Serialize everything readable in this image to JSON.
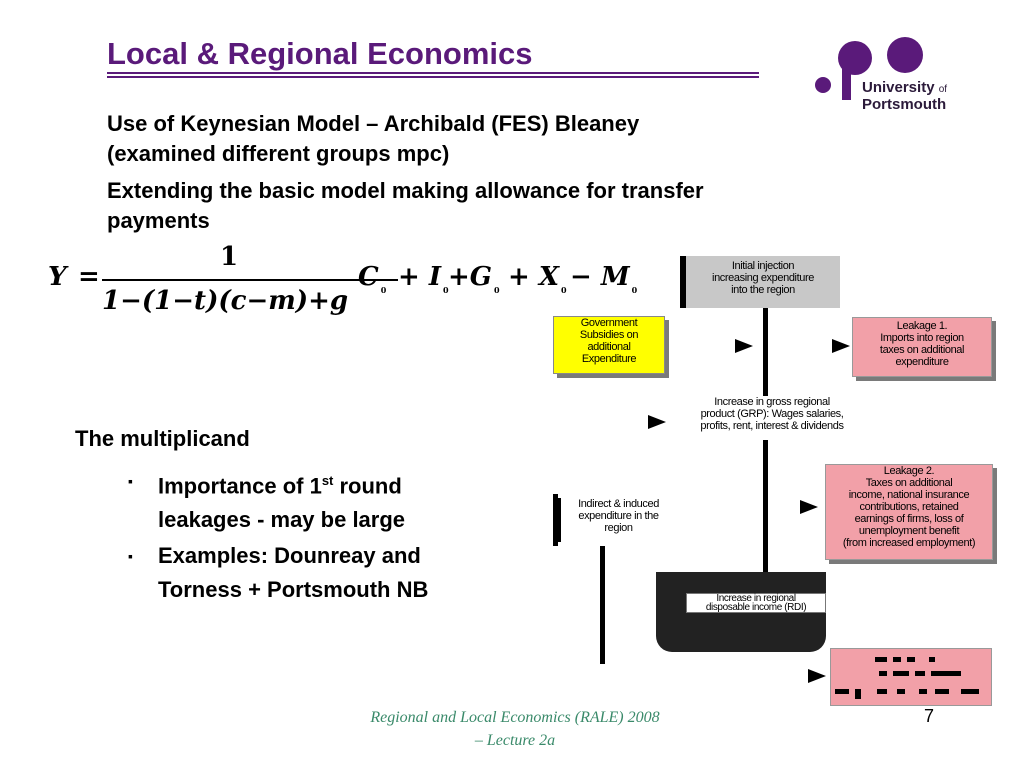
{
  "slide": {
    "title": "Local & Regional Economics",
    "subtitle_line1": "Use of Keynesian Model – Archibald (FES) Bleaney",
    "subtitle_line2": "(examined different groups mpc)",
    "subtitle_line3": "Extending the basic model making allowance for transfer",
    "subtitle_line4": "payments"
  },
  "logo": {
    "line1": "University",
    "of": "of",
    "line2": "Portsmouth",
    "color": "#5a1a7a"
  },
  "equation": {
    "lhs": "Y",
    "equals": "=",
    "numerator": "1",
    "denominator": "1−(1−t)(c−m)+g",
    "terms": [
      "C",
      "+ I",
      "+G",
      "+ X",
      "− M"
    ],
    "subscript": "0"
  },
  "left": {
    "multiplicand": "The multiplicand",
    "bullet1_pre": "Importance of 1",
    "bullet1_sup": "st",
    "bullet1_post": " round",
    "bullet1_line2": "leakages - may be large",
    "bullet2_line1": "Examples: Dounreay and",
    "bullet2_line2": "Torness + Portsmouth NB",
    "bullet_mark": "▪"
  },
  "diagram": {
    "initial_injection": [
      "Initial injection",
      "increasing expenditure",
      "into the region"
    ],
    "government": [
      "Government",
      "Subsidies on",
      "additional",
      "Expenditure"
    ],
    "leakage1": [
      "Leakage 1.",
      "Imports into region",
      "taxes on additional",
      "expenditure"
    ],
    "gross_product": [
      "Increase in gross regional",
      "product (GRP): Wages salaries,",
      "profits, rent, interest & dividends"
    ],
    "leakage2": [
      "Leakage 2.",
      "Taxes on additional",
      "income, national insurance",
      "contributions, retained",
      "earnings of firms, loss of",
      "unemployment benefit",
      "(from increased employment)"
    ],
    "indirect": [
      "Indirect & induced",
      "expenditure in the",
      "region"
    ],
    "disposable": [
      "Increase in regional",
      "disposable income (RDI)"
    ],
    "colors": {
      "yellow": "#ffff00",
      "pink": "#f2a0a8",
      "grey": "#c8c8c8"
    }
  },
  "footer": {
    "line1": "Regional and Local Economics (RALE) 2008",
    "line2": "– Lecture 2a",
    "page": "7"
  }
}
